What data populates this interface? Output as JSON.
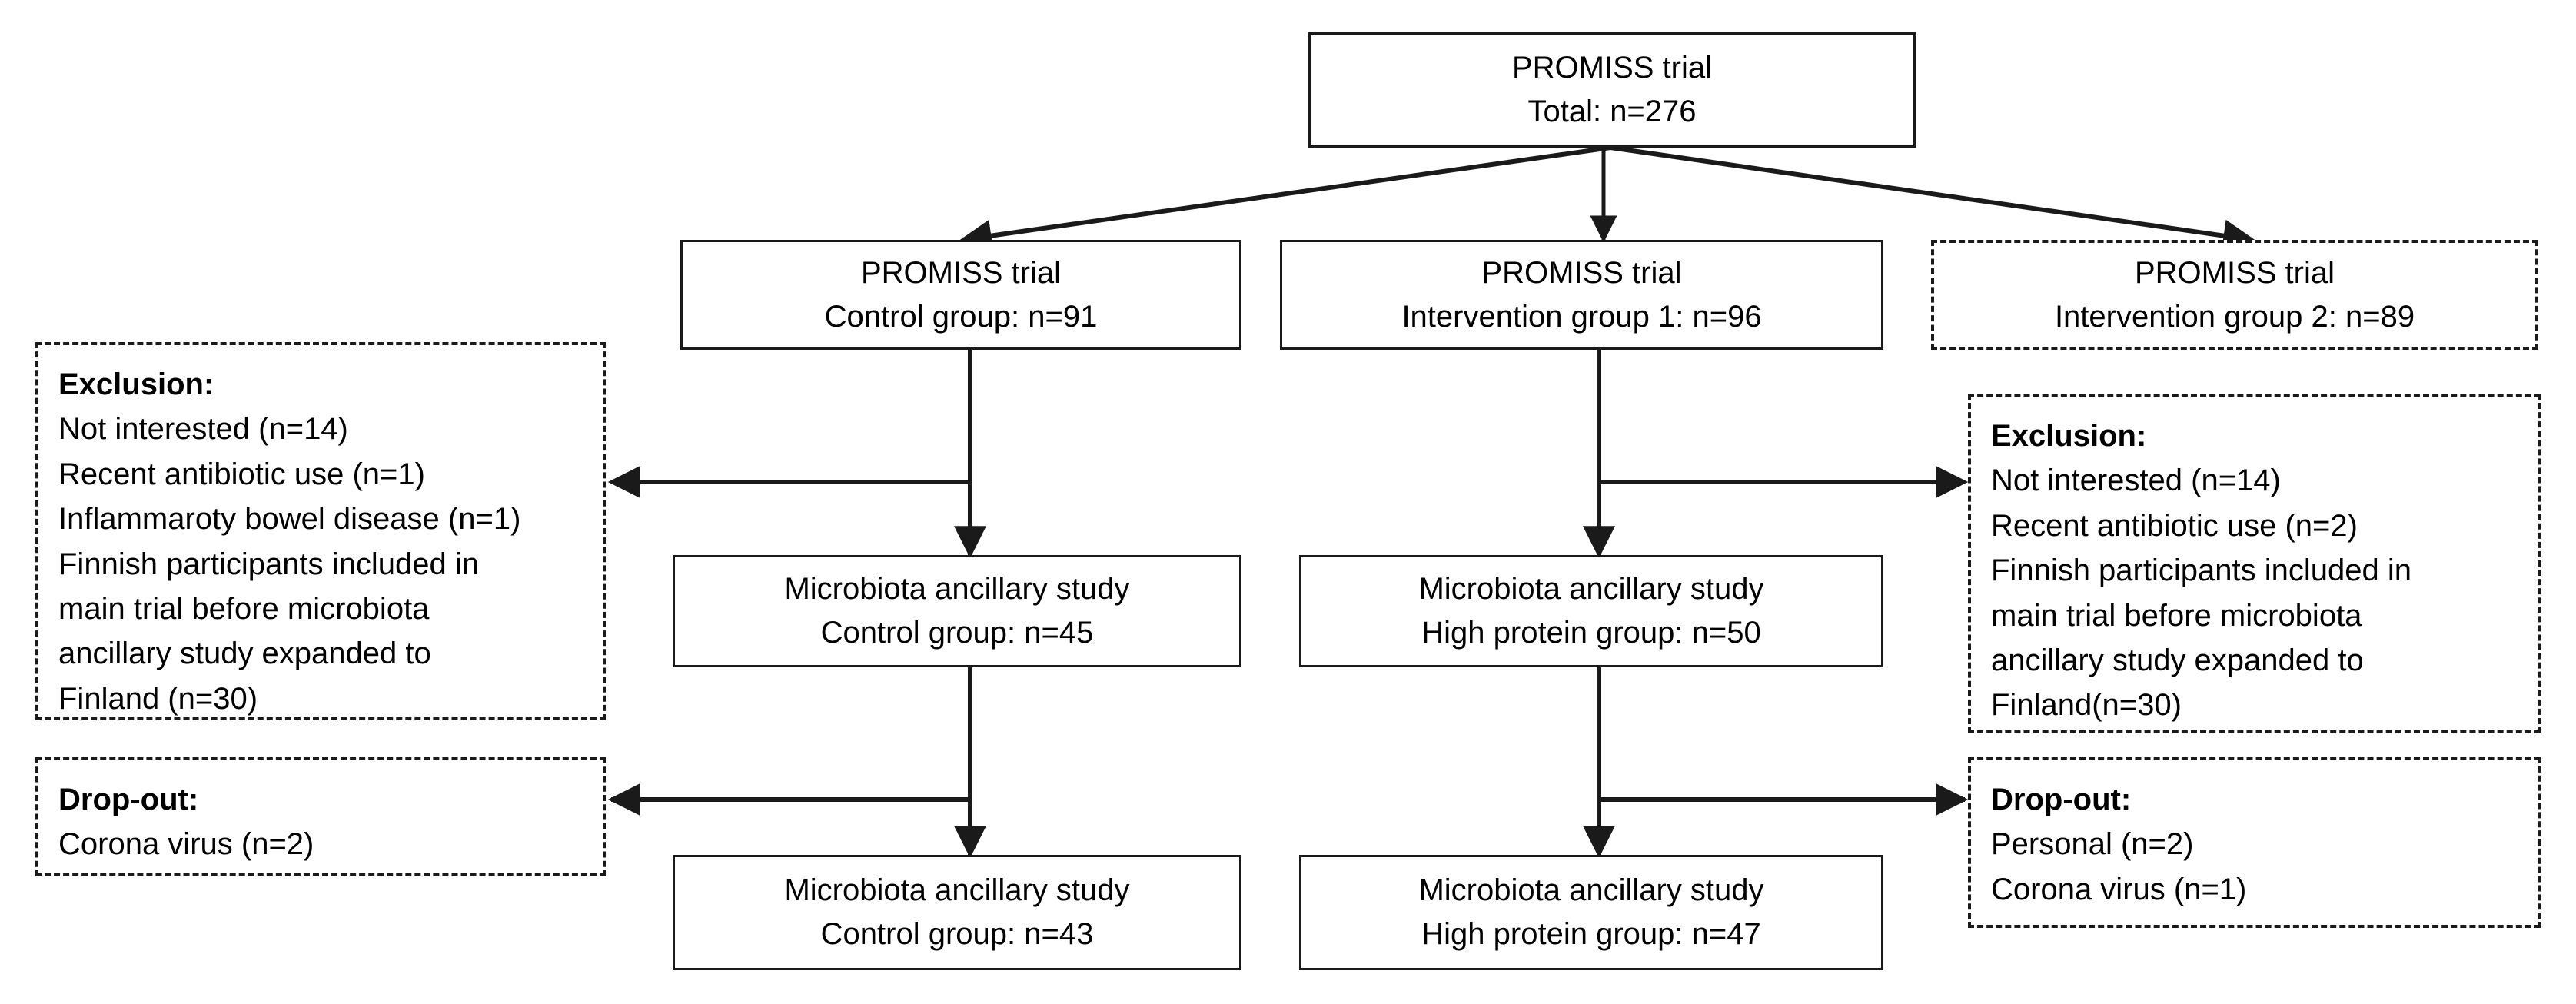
{
  "diagram": {
    "type": "flowchart",
    "title": "PROMISS trial microbiota ancillary study participant flow",
    "colors": {
      "stroke": "#1a1a1a",
      "text": "#000000",
      "background": "#ffffff"
    },
    "nodes": {
      "root": {
        "style": "solid",
        "lines": [
          "PROMISS trial",
          "Total: n=276"
        ]
      },
      "control_group": {
        "style": "solid",
        "lines": [
          "PROMISS trial",
          "Control group: n=91"
        ]
      },
      "intervention_group_1": {
        "style": "solid",
        "lines": [
          "PROMISS trial",
          "Intervention group 1: n=96"
        ]
      },
      "intervention_group_2": {
        "style": "dashed",
        "lines": [
          "PROMISS trial",
          "Intervention group 2: n=89"
        ]
      },
      "exclusion_left": {
        "style": "dashed",
        "lines": [
          "Exclusion:",
          "Not interested (n=14)",
          "Recent antibiotic use (n=1)",
          "Inflammaroty bowel disease (n=1)",
          "Finnish participants included in",
          "main trial before microbiota",
          "ancillary study expanded to",
          "Finland (n=30)"
        ]
      },
      "exclusion_right": {
        "style": "dashed",
        "lines": [
          "Exclusion:",
          "Not interested (n=14)",
          "Recent antibiotic use (n=2)",
          "Finnish participants included in",
          "main trial before microbiota",
          "ancillary study expanded to",
          "Finland(n=30)"
        ]
      },
      "ancillary_control_45": {
        "style": "solid",
        "lines": [
          "Microbiota ancillary study",
          "Control group: n=45"
        ]
      },
      "ancillary_high_protein_50": {
        "style": "solid",
        "lines": [
          "Microbiota ancillary study",
          "High protein group: n=50"
        ]
      },
      "dropout_left": {
        "style": "dashed",
        "lines": [
          "Drop-out:",
          "Corona virus (n=2)"
        ]
      },
      "dropout_right": {
        "style": "dashed",
        "lines": [
          "Drop-out:",
          "Personal (n=2)",
          "Corona virus (n=1)"
        ]
      },
      "ancillary_control_43": {
        "style": "solid",
        "lines": [
          "Microbiota ancillary study",
          "Control group: n=43"
        ]
      },
      "ancillary_high_protein_47": {
        "style": "solid",
        "lines": [
          "Microbiota ancillary study",
          "High protein group: n=47"
        ]
      }
    }
  }
}
